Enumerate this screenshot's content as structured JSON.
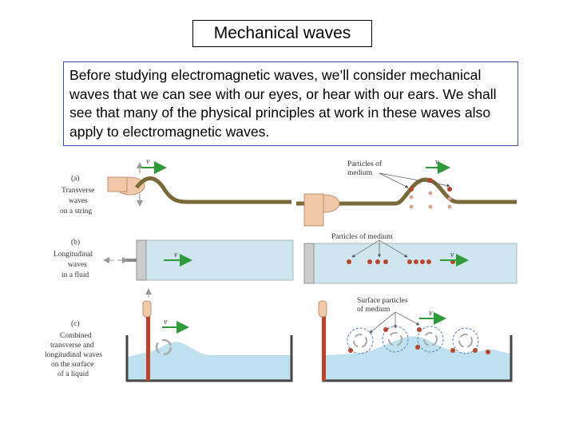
{
  "slide": {
    "title": "Mechanical waves",
    "body": "Before studying electromagnetic waves, we’ll consider mechanical waves that we can see with our eyes, or hear with our ears.  We shall see that many of the physical principles at work in these waves also apply to electromagnetic waves."
  },
  "figure": {
    "row_a": {
      "label": "(a)",
      "caption": [
        "Transverse",
        "waves",
        "on a string"
      ],
      "velocity_left": "v",
      "velocity_right": "v",
      "particles_label": [
        "Particles of",
        "medium"
      ]
    },
    "row_b": {
      "label": "(b)",
      "caption": [
        "Longitudinal",
        "waves",
        "in a fluid"
      ],
      "velocity_left": "v",
      "velocity_right": "v",
      "particles_label": "Particles of medium"
    },
    "row_c": {
      "label": "(c)",
      "caption": [
        "Combined",
        "transverse and",
        "longitudinal waves",
        "on the surface",
        "of a liquid"
      ],
      "velocity_left": "v",
      "velocity_right": "v",
      "particles_label": [
        "Surface particles",
        "of medium"
      ]
    },
    "colors": {
      "string": "#7a6a3a",
      "fluid": "#cfe6f1",
      "water": "#bfe0ee",
      "arrow": "#2e9a3a",
      "particle": "#b8462d",
      "rod": "#c0402a",
      "tank": "#444444",
      "skin": "#f2c9a8"
    }
  }
}
